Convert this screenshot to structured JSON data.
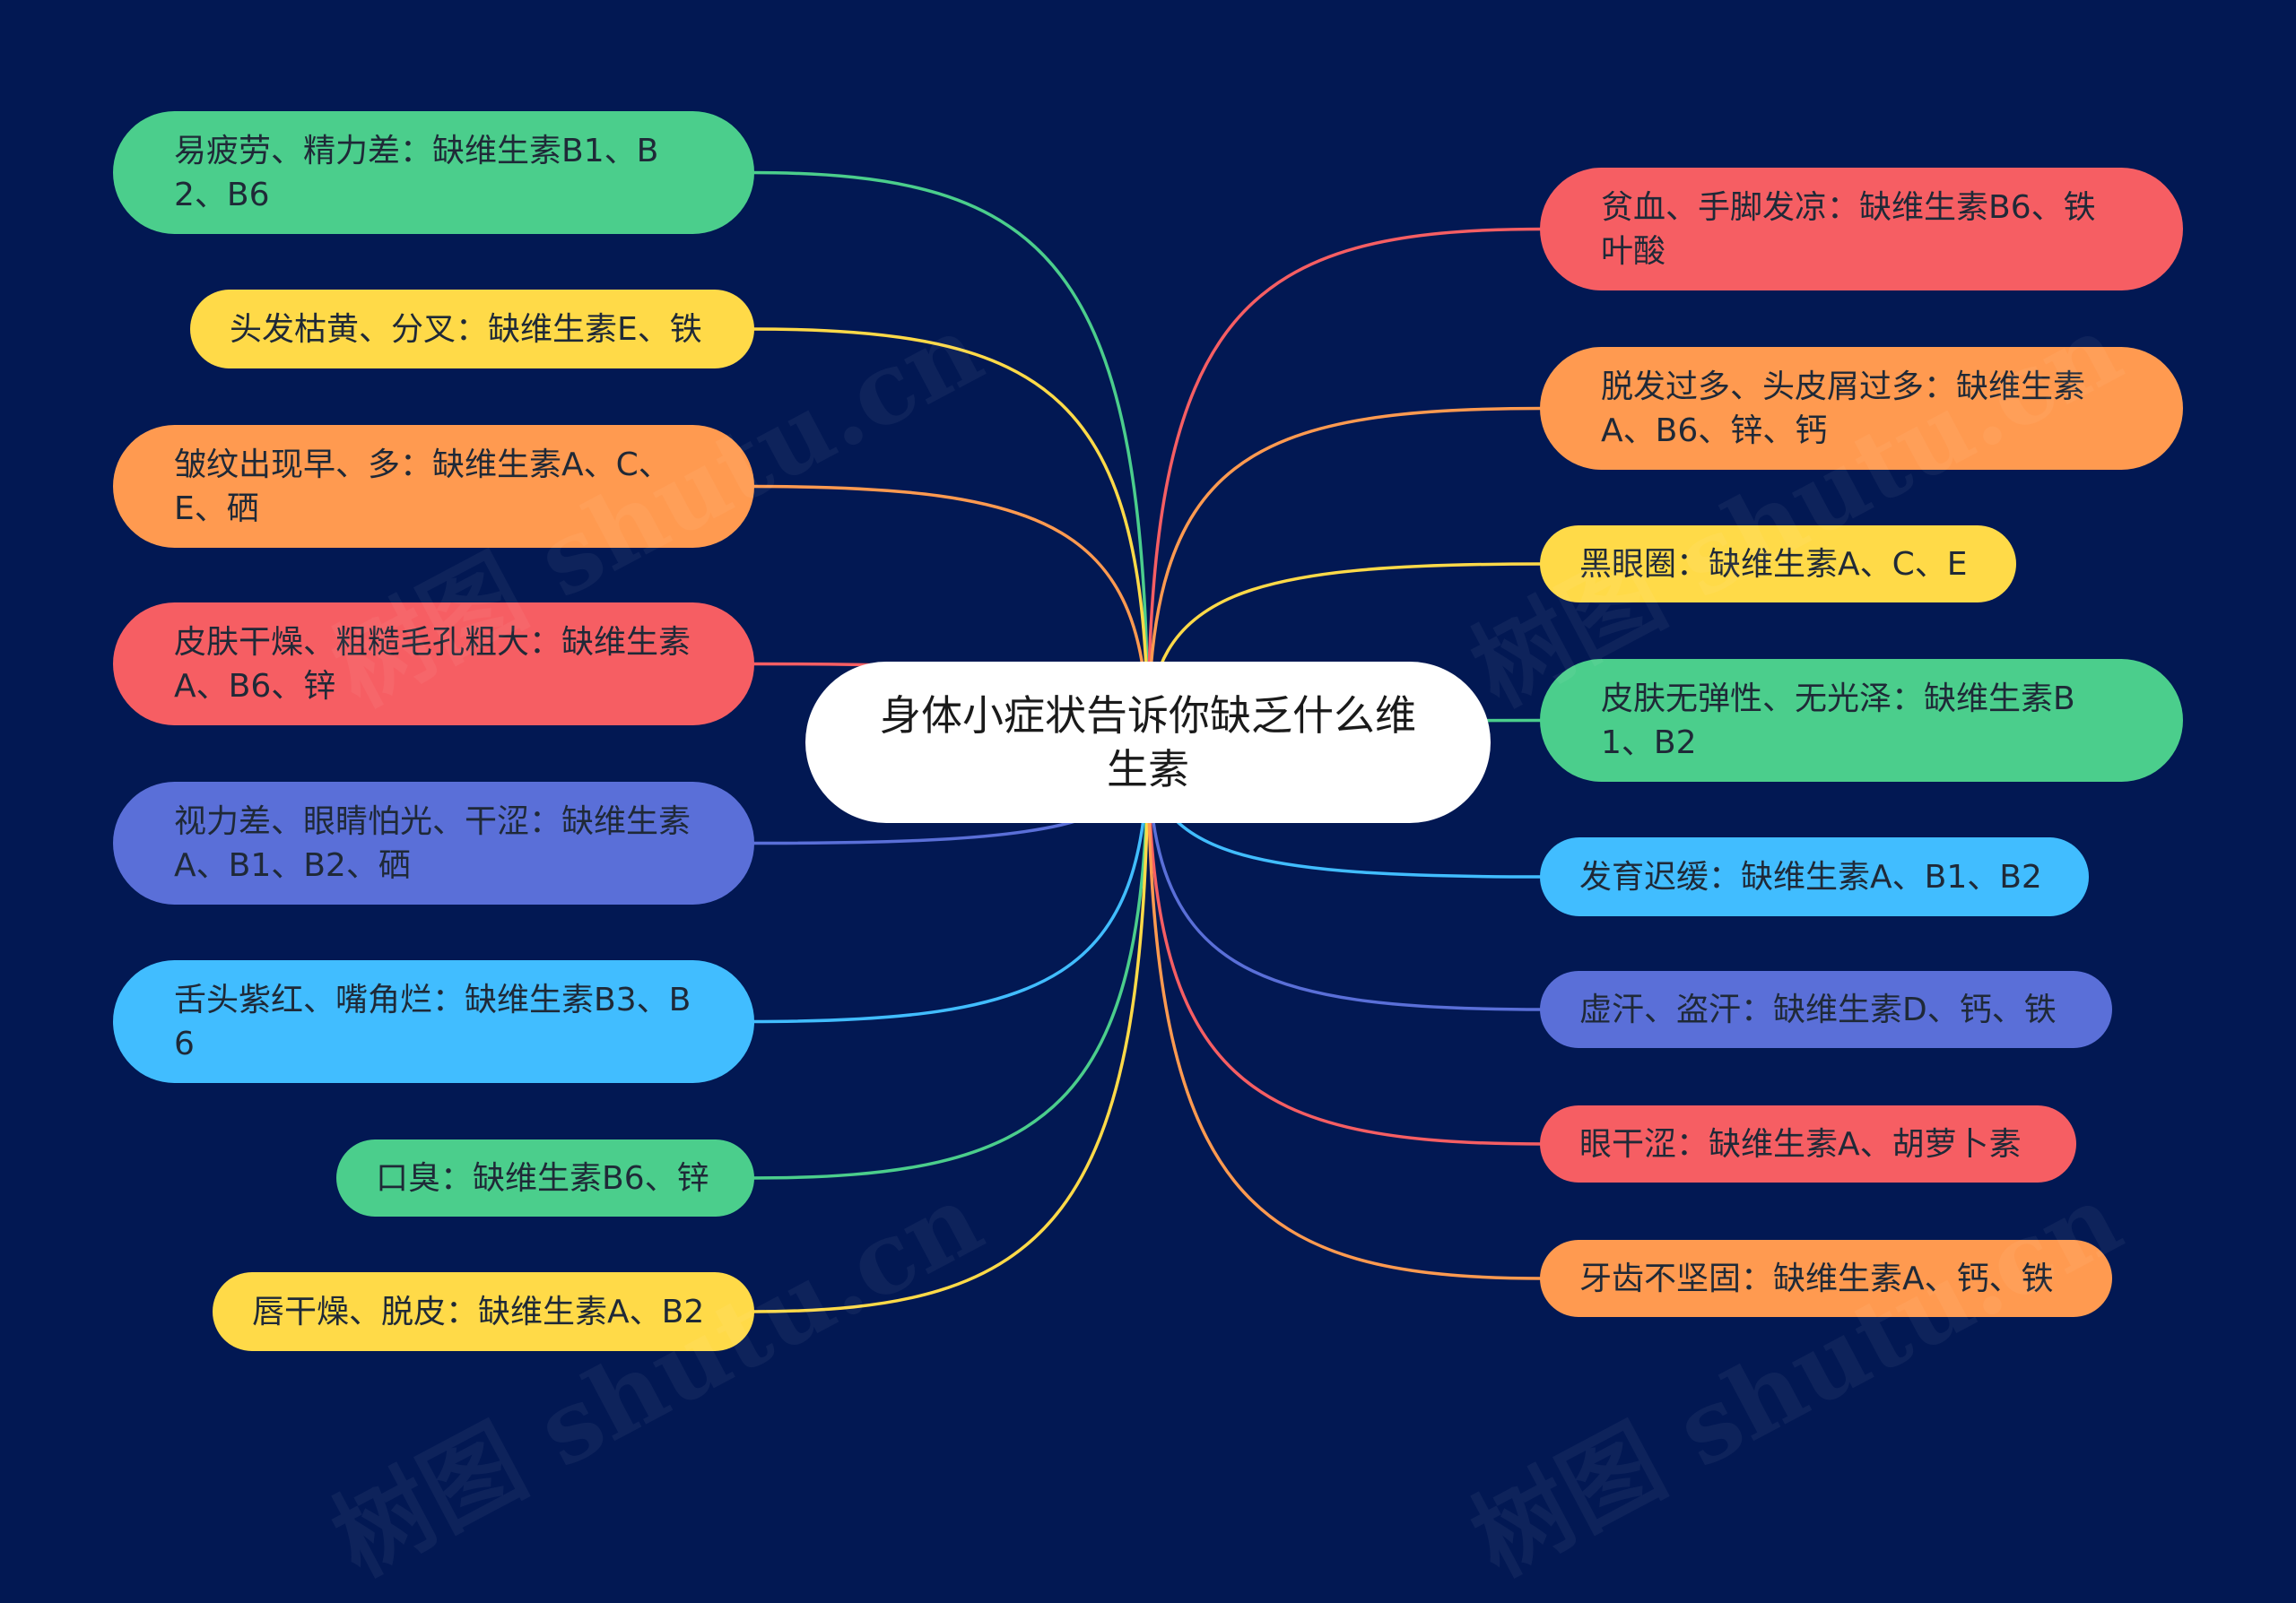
{
  "colors": {
    "background": "#021853",
    "green": "#4BCE8C",
    "yellow": "#FFDA48",
    "orange": "#FF9A50",
    "red": "#F65E63",
    "indigo": "#5A6FD8",
    "sky": "#41BDFF",
    "center": "#FFFFFF"
  },
  "center": {
    "text": "身体小症状告诉你缺乏什么维生素"
  },
  "watermark": {
    "text": "树图 shutu.cn"
  },
  "left_nodes": [
    {
      "text": "易疲劳、精力差：缺维生素B1、B2、B6",
      "color": "green"
    },
    {
      "text": "头发枯黄、分叉：缺维生素E、铁",
      "color": "yellow"
    },
    {
      "text": "皱纹出现早、多：缺维生素A、C、E、硒",
      "color": "orange"
    },
    {
      "text": "皮肤干燥、粗糙毛孔粗大：缺维生素A、B6、锌",
      "color": "red"
    },
    {
      "text": "视力差、眼睛怕光、干涩：缺维生素A、B1、B2、硒",
      "color": "indigo"
    },
    {
      "text": "舌头紫红、嘴角烂：缺维生素B3、B6",
      "color": "sky"
    },
    {
      "text": "口臭：缺维生素B6、锌",
      "color": "green"
    },
    {
      "text": "唇干燥、脱皮：缺维生素A、B2",
      "color": "yellow"
    }
  ],
  "right_nodes": [
    {
      "text": "贫血、手脚发凉：缺维生素B6、铁叶酸",
      "color": "red"
    },
    {
      "text": "脱发过多、头皮屑过多：缺维生素A、B6、锌、钙",
      "color": "orange"
    },
    {
      "text": "黑眼圈：缺维生素A、C、E",
      "color": "yellow"
    },
    {
      "text": "皮肤无弹性、无光泽：缺维生素B1、B2",
      "color": "green"
    },
    {
      "text": "发育迟缓：缺维生素A、B1、B2",
      "color": "sky"
    },
    {
      "text": "虚汗、盗汗：缺维生素D、钙、铁",
      "color": "indigo"
    },
    {
      "text": "眼干涩：缺维生素A、胡萝卜素",
      "color": "red"
    },
    {
      "text": "牙齿不坚固：缺维生素A、钙、铁",
      "color": "orange"
    }
  ]
}
